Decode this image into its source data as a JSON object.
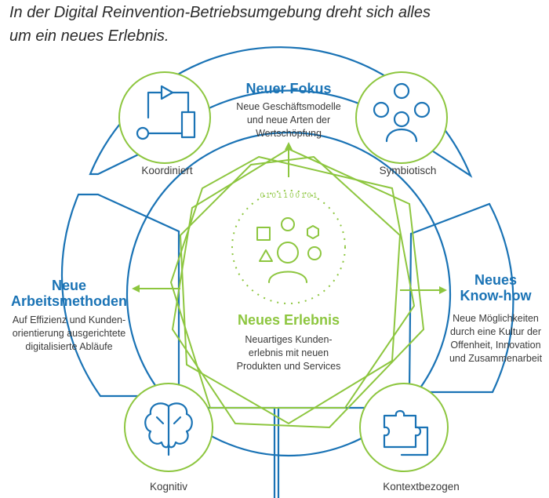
{
  "intro": {
    "line1": "In der Digital Reinvention-Betriebsumgebung dreht sich alles",
    "line2": "um ein neues Erlebnis."
  },
  "top": {
    "title": "Neuer Fokus",
    "lines": [
      "Neue Geschäftsmodelle",
      "und neue Arten der",
      "Wertschöpfung"
    ]
  },
  "left": {
    "title1": "Neue",
    "title2": "Arbeitsmethoden",
    "lines": [
      "Auf Effizienz und Kunden-",
      "orientierung ausgerichtete",
      "digitalisierte Abläufe"
    ]
  },
  "right": {
    "title1": "Neues",
    "title2": "Know-how",
    "lines": [
      "Neue Möglichkeiten",
      "durch eine Kultur der",
      "Offenheit, Innovation",
      "und Zusammenarbeit"
    ]
  },
  "center": {
    "title": "Neues Erlebnis",
    "lines": [
      "Neuartiges Kunden-",
      "erlebnis mit neuen",
      "Produkten und Services"
    ],
    "binary": "0 1 0 1 1 0 0 1 0 1"
  },
  "corners": {
    "top_left": "Koordiniert",
    "top_right": "Symbiotisch",
    "bottom_left": "Kognitiv",
    "bottom_right": "Kontextbezogen"
  },
  "icons": {
    "top_left": "flow-process-icon",
    "top_right": "people-group-icon",
    "bottom_left": "brain-icon",
    "bottom_right": "puzzle-icon",
    "center": "person-with-shapes-icon"
  },
  "colors": {
    "blue": "#1a73b5",
    "green": "#8dc63f",
    "text": "#3a3a3a"
  }
}
